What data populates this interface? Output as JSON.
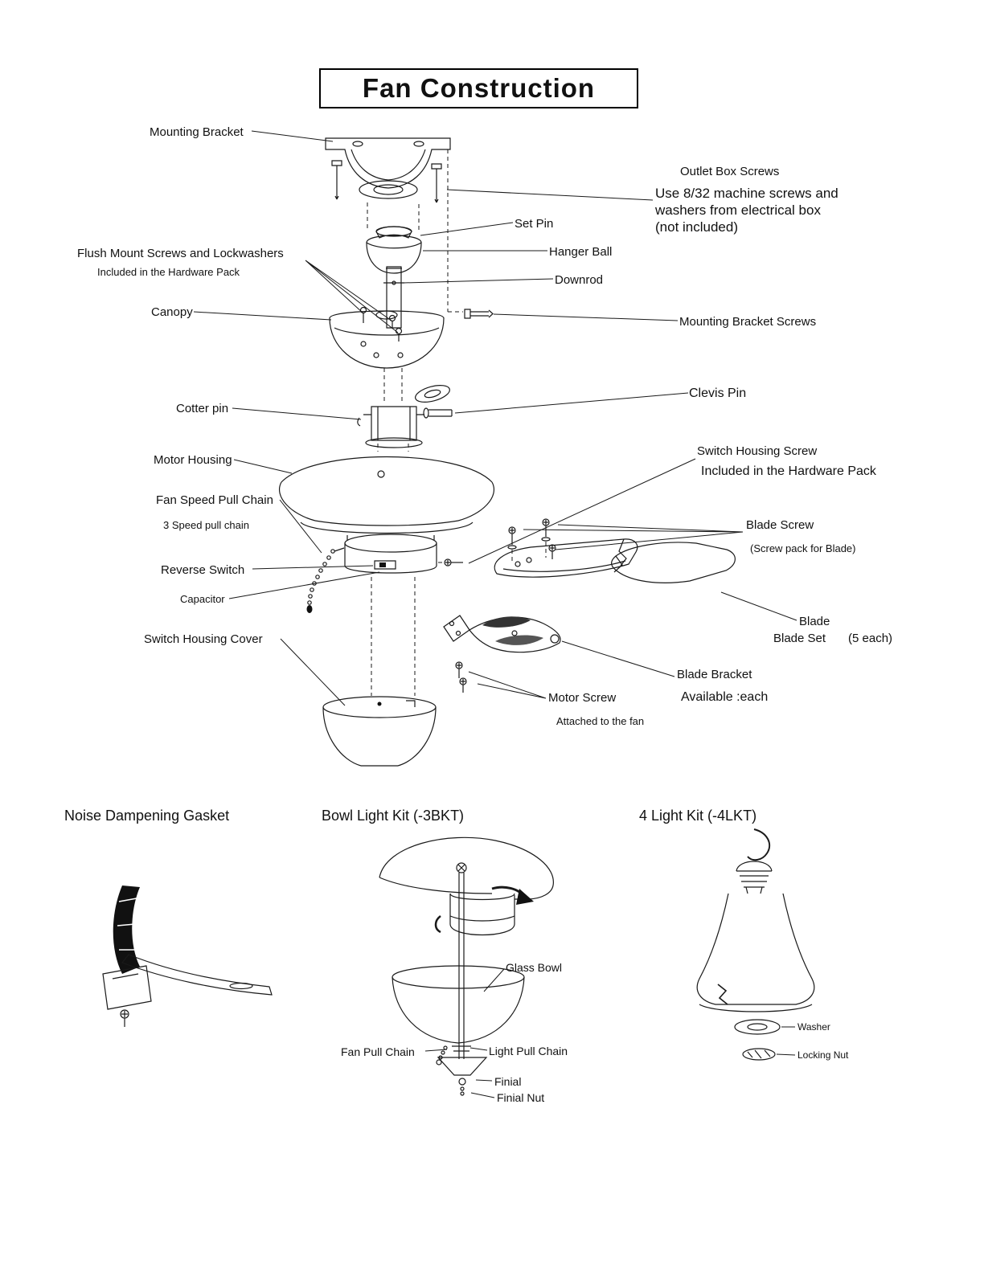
{
  "title": "Fan Construction",
  "diagram": {
    "labels": {
      "mounting_bracket": "Mounting Bracket",
      "outlet_box_screws": "Outlet Box Screws",
      "outlet_note_1": "Use 8/32 machine screws and",
      "outlet_note_2": "washers from electrical box",
      "outlet_note_3": "(not included)",
      "set_pin": "Set Pin",
      "hanger_ball": "Hanger Ball",
      "downrod": "Downrod",
      "flush_mount": "Flush  Mount Screws and Lockwashers",
      "flush_mount_sub": "Included in the Hardware Pack",
      "canopy": "Canopy",
      "mounting_bracket_screws": "Mounting Bracket Screws",
      "clevis_pin": "Clevis Pin",
      "cotter_pin": "Cotter pin",
      "motor_housing": "Motor Housing",
      "switch_housing_screw": "Switch Housing Screw",
      "switch_housing_screw_sub": "Included in the Hardware Pack",
      "fan_speed_pull_chain": "Fan Speed Pull Chain",
      "three_speed_pull_chain": "3 Speed pull chain",
      "blade_screw": "Blade Screw",
      "blade_screw_sub": "(Screw pack for Blade)",
      "reverse_switch": "Reverse Switch",
      "capacitor": "Capacitor",
      "blade": "Blade",
      "blade_set": "Blade Set",
      "blade_set_qty": "(5 each)",
      "switch_housing_cover": "Switch Housing Cover",
      "blade_bracket": "Blade Bracket",
      "blade_bracket_sub": "Available :each",
      "motor_screw": "Motor Screw",
      "motor_screw_sub": "Attached to the fan"
    }
  },
  "sections": {
    "noise_gasket": "Noise Dampening Gasket",
    "bowl_light_kit": "Bowl Light Kit  (-3BKT)",
    "four_light_kit": "4 Light Kit (-4LKT)"
  },
  "bowl_kit": {
    "glass_bowl": "Glass Bowl",
    "fan_pull_chain": "Fan Pull Chain",
    "light_pull_chain": "Light Pull Chain",
    "finial": "Finial",
    "finial_nut": "Finial Nut"
  },
  "four_light": {
    "washer": "Washer",
    "locking_nut": "Locking Nut"
  }
}
